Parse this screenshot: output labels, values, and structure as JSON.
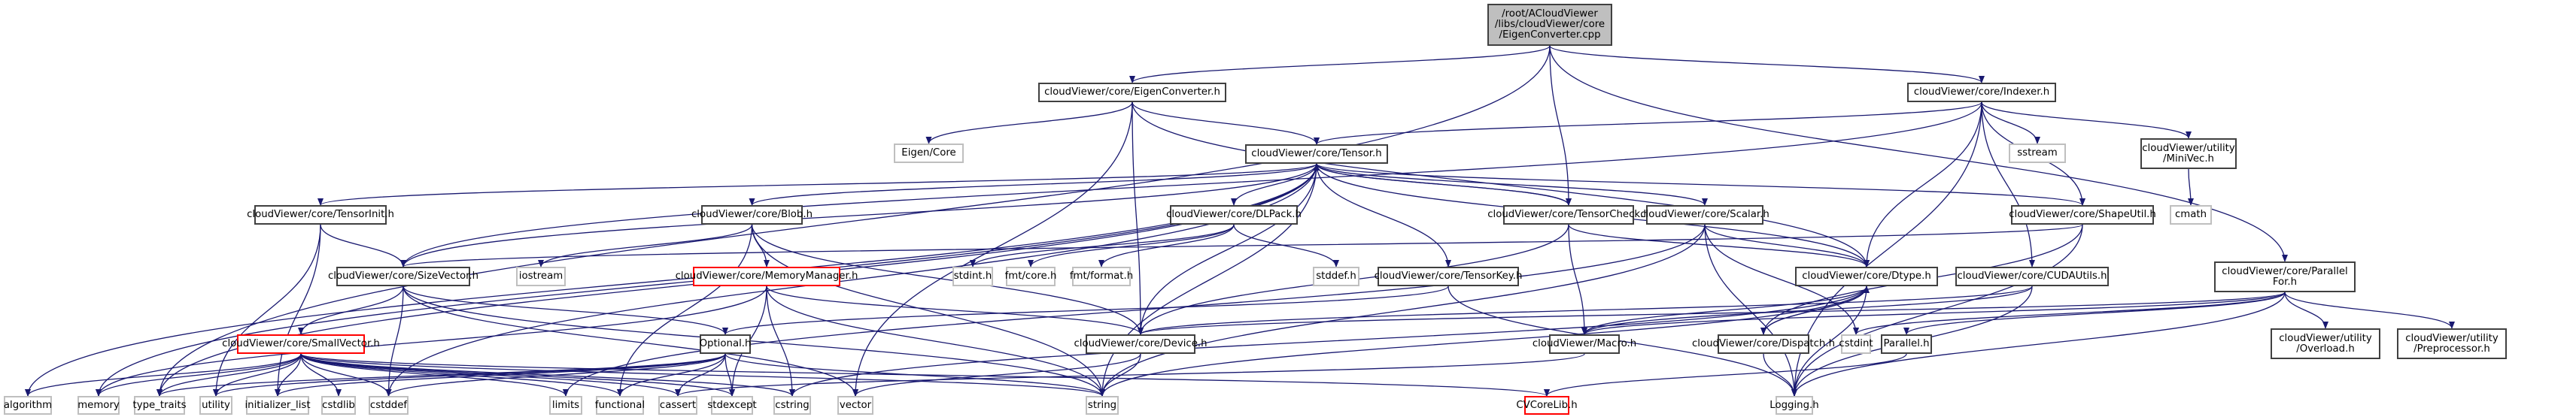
{
  "diagram": {
    "type": "include-dependency-graph",
    "edge_color": "#191970",
    "node_styles": {
      "root": {
        "fill": "#bfbfbf",
        "border": "#404040"
      },
      "project": {
        "fill": "#ffffff",
        "border": "#404040"
      },
      "system": {
        "fill": "#ffffff",
        "border": "#bfbfbf"
      },
      "incomplete": {
        "fill": "#ffffff",
        "border": "#ff0000"
      }
    },
    "nodes": [
      {
        "id": "root",
        "label": "/root/ACloudViewer\n/libs/cloudViewer/core\n/EigenConverter.cpp",
        "style": "root"
      },
      {
        "id": "eigenconv",
        "label": "cloudViewer/core/EigenConverter.h",
        "style": "project"
      },
      {
        "id": "indexer",
        "label": "cloudViewer/core/Indexer.h",
        "style": "project"
      },
      {
        "id": "eigencore",
        "label": "Eigen/Core",
        "style": "system"
      },
      {
        "id": "tensor",
        "label": "cloudViewer/core/Tensor.h",
        "style": "project"
      },
      {
        "id": "sstream",
        "label": "sstream",
        "style": "system"
      },
      {
        "id": "minivec",
        "label": "cloudViewer/utility\n/MiniVec.h",
        "style": "project"
      },
      {
        "id": "cmath",
        "label": "cmath",
        "style": "system"
      },
      {
        "id": "tensorinit",
        "label": "cloudViewer/core/TensorInit.h",
        "style": "project"
      },
      {
        "id": "blob",
        "label": "cloudViewer/core/Blob.h",
        "style": "project"
      },
      {
        "id": "dlpack",
        "label": "cloudViewer/core/DLPack.h",
        "style": "project"
      },
      {
        "id": "tensorcheck",
        "label": "cloudViewer/core/TensorCheck.h",
        "style": "project"
      },
      {
        "id": "scalar",
        "label": "cloudViewer/core/Scalar.h",
        "style": "project"
      },
      {
        "id": "shapeutil",
        "label": "cloudViewer/core/ShapeUtil.h",
        "style": "project"
      },
      {
        "id": "sizevector",
        "label": "cloudViewer/core/SizeVector.h",
        "style": "project"
      },
      {
        "id": "iostream",
        "label": "iostream",
        "style": "system"
      },
      {
        "id": "memmgr",
        "label": "cloudViewer/core/MemoryManager.h",
        "style": "incomplete"
      },
      {
        "id": "stdinth",
        "label": "stdint.h",
        "style": "system"
      },
      {
        "id": "fmtcore",
        "label": "fmt/core.h",
        "style": "system"
      },
      {
        "id": "fmtformat",
        "label": "fmt/format.h",
        "style": "system"
      },
      {
        "id": "stddefh",
        "label": "stddef.h",
        "style": "system"
      },
      {
        "id": "tensorkey",
        "label": "cloudViewer/core/TensorKey.h",
        "style": "project"
      },
      {
        "id": "dtype",
        "label": "cloudViewer/core/Dtype.h",
        "style": "project"
      },
      {
        "id": "cudautils",
        "label": "cloudViewer/core/CUDAUtils.h",
        "style": "project"
      },
      {
        "id": "parallelfor",
        "label": "cloudViewer/core/Parallel\nFor.h",
        "style": "project"
      },
      {
        "id": "smallvector",
        "label": "cloudViewer/core/SmallVector.h",
        "style": "incomplete"
      },
      {
        "id": "optional",
        "label": "Optional.h",
        "style": "project"
      },
      {
        "id": "device",
        "label": "cloudViewer/core/Device.h",
        "style": "project"
      },
      {
        "id": "macro",
        "label": "cloudViewer/Macro.h",
        "style": "project"
      },
      {
        "id": "dispatch",
        "label": "cloudViewer/core/Dispatch.h",
        "style": "project"
      },
      {
        "id": "cstdint",
        "label": "cstdint",
        "style": "system"
      },
      {
        "id": "parallelh",
        "label": "Parallel.h",
        "style": "project"
      },
      {
        "id": "overload",
        "label": "cloudViewer/utility\n/Overload.h",
        "style": "project"
      },
      {
        "id": "preproc",
        "label": "cloudViewer/utility\n/Preprocessor.h",
        "style": "project"
      },
      {
        "id": "algorithm",
        "label": "algorithm",
        "style": "system"
      },
      {
        "id": "memory",
        "label": "memory",
        "style": "system"
      },
      {
        "id": "type_traits",
        "label": "type_traits",
        "style": "system"
      },
      {
        "id": "utility",
        "label": "utility",
        "style": "system"
      },
      {
        "id": "initializer_list",
        "label": "initializer_list",
        "style": "system"
      },
      {
        "id": "cstdlib",
        "label": "cstdlib",
        "style": "system"
      },
      {
        "id": "cstddef",
        "label": "cstddef",
        "style": "system"
      },
      {
        "id": "limits",
        "label": "limits",
        "style": "system"
      },
      {
        "id": "functional",
        "label": "functional",
        "style": "system"
      },
      {
        "id": "cassert",
        "label": "cassert",
        "style": "system"
      },
      {
        "id": "stdexcept",
        "label": "stdexcept",
        "style": "system"
      },
      {
        "id": "cstring",
        "label": "cstring",
        "style": "system"
      },
      {
        "id": "vector",
        "label": "vector",
        "style": "system"
      },
      {
        "id": "string",
        "label": "string",
        "style": "system"
      },
      {
        "id": "cvcorelib",
        "label": "CVCoreLib.h",
        "style": "incomplete"
      },
      {
        "id": "logging",
        "label": "Logging.h",
        "style": "system"
      }
    ],
    "edges": [
      [
        "root",
        "eigenconv"
      ],
      [
        "root",
        "indexer"
      ],
      [
        "root",
        "tensorcheck"
      ],
      [
        "root",
        "parallelfor"
      ],
      [
        "root",
        "type_traits"
      ],
      [
        "eigenconv",
        "eigencore"
      ],
      [
        "eigenconv",
        "tensor"
      ],
      [
        "eigenconv",
        "dtype"
      ],
      [
        "eigenconv",
        "device"
      ],
      [
        "eigenconv",
        "vector"
      ],
      [
        "indexer",
        "tensor"
      ],
      [
        "indexer",
        "sstream"
      ],
      [
        "indexer",
        "minivec"
      ],
      [
        "indexer",
        "shapeutil"
      ],
      [
        "indexer",
        "dtype"
      ],
      [
        "indexer",
        "cudautils"
      ],
      [
        "indexer",
        "sizevector"
      ],
      [
        "indexer",
        "logging"
      ],
      [
        "minivec",
        "cmath"
      ],
      [
        "tensor",
        "tensorinit"
      ],
      [
        "tensor",
        "blob"
      ],
      [
        "tensor",
        "dlpack"
      ],
      [
        "tensor",
        "tensorcheck"
      ],
      [
        "tensor",
        "scalar"
      ],
      [
        "tensor",
        "shapeutil"
      ],
      [
        "tensor",
        "tensorkey"
      ],
      [
        "tensor",
        "dtype"
      ],
      [
        "tensor",
        "device"
      ],
      [
        "tensor",
        "sizevector"
      ],
      [
        "tensor",
        "algorithm"
      ],
      [
        "tensor",
        "memory"
      ],
      [
        "tensor",
        "type_traits"
      ],
      [
        "tensor",
        "cstddef"
      ],
      [
        "tensor",
        "string"
      ],
      [
        "tensorcheck",
        "tensor"
      ],
      [
        "tensorcheck",
        "dtype"
      ],
      [
        "tensorcheck",
        "device"
      ],
      [
        "tensorcheck",
        "macro"
      ],
      [
        "tensorinit",
        "sizevector"
      ],
      [
        "tensorinit",
        "utility"
      ],
      [
        "tensorinit",
        "initializer_list"
      ],
      [
        "blob",
        "memmgr"
      ],
      [
        "blob",
        "device"
      ],
      [
        "blob",
        "iostream"
      ],
      [
        "blob",
        "functional"
      ],
      [
        "blob",
        "string"
      ],
      [
        "dlpack",
        "stdinth"
      ],
      [
        "dlpack",
        "fmtcore"
      ],
      [
        "dlpack",
        "fmtformat"
      ],
      [
        "dlpack",
        "stddefh"
      ],
      [
        "scalar",
        "dtype"
      ],
      [
        "scalar",
        "string"
      ],
      [
        "scalar",
        "cstdint"
      ],
      [
        "scalar",
        "logging"
      ],
      [
        "scalar",
        "limits"
      ],
      [
        "shapeutil",
        "sizevector"
      ],
      [
        "shapeutil",
        "dispatch"
      ],
      [
        "shapeutil",
        "logging"
      ],
      [
        "sizevector",
        "smallvector"
      ],
      [
        "sizevector",
        "optional"
      ],
      [
        "sizevector",
        "cstddef"
      ],
      [
        "sizevector",
        "vector"
      ],
      [
        "sizevector",
        "string"
      ],
      [
        "memmgr",
        "device"
      ],
      [
        "memmgr",
        "cstring"
      ],
      [
        "memmgr",
        "stdexcept"
      ],
      [
        "memmgr",
        "string"
      ],
      [
        "memmgr",
        "memory"
      ],
      [
        "tensorkey",
        "logging"
      ],
      [
        "tensorkey",
        "optional"
      ],
      [
        "dtype",
        "dispatch"
      ],
      [
        "dtype",
        "macro"
      ],
      [
        "dtype",
        "string"
      ],
      [
        "dtype",
        "logging"
      ],
      [
        "dtype",
        "cstring"
      ],
      [
        "cudautils",
        "device"
      ],
      [
        "cudautils",
        "macro"
      ],
      [
        "cudautils",
        "logging"
      ],
      [
        "parallelfor",
        "cstdint"
      ],
      [
        "parallelfor",
        "parallelh"
      ],
      [
        "parallelfor",
        "overload"
      ],
      [
        "parallelfor",
        "preproc"
      ],
      [
        "parallelfor",
        "logging"
      ],
      [
        "parallelfor",
        "device"
      ],
      [
        "parallelfor",
        "macro"
      ],
      [
        "smallvector",
        "algorithm"
      ],
      [
        "smallvector",
        "memory"
      ],
      [
        "smallvector",
        "type_traits"
      ],
      [
        "smallvector",
        "utility"
      ],
      [
        "smallvector",
        "initializer_list"
      ],
      [
        "smallvector",
        "cstdlib"
      ],
      [
        "smallvector",
        "cstddef"
      ],
      [
        "smallvector",
        "limits"
      ],
      [
        "smallvector",
        "functional"
      ],
      [
        "smallvector",
        "cassert"
      ],
      [
        "smallvector",
        "stdexcept"
      ],
      [
        "smallvector",
        "cstring"
      ],
      [
        "smallvector",
        "string"
      ],
      [
        "smallvector",
        "cvcorelib"
      ],
      [
        "optional",
        "functional"
      ],
      [
        "optional",
        "cassert"
      ],
      [
        "optional",
        "stdexcept"
      ],
      [
        "optional",
        "type_traits"
      ],
      [
        "optional",
        "utility"
      ],
      [
        "optional",
        "cstddef"
      ],
      [
        "optional",
        "string"
      ],
      [
        "optional",
        "initializer_list"
      ],
      [
        "device",
        "string"
      ],
      [
        "device",
        "vector"
      ],
      [
        "macro",
        "cassert"
      ],
      [
        "dispatch",
        "dtype"
      ],
      [
        "dispatch",
        "logging"
      ],
      [
        "parallelh",
        "cvcorelib"
      ]
    ]
  }
}
